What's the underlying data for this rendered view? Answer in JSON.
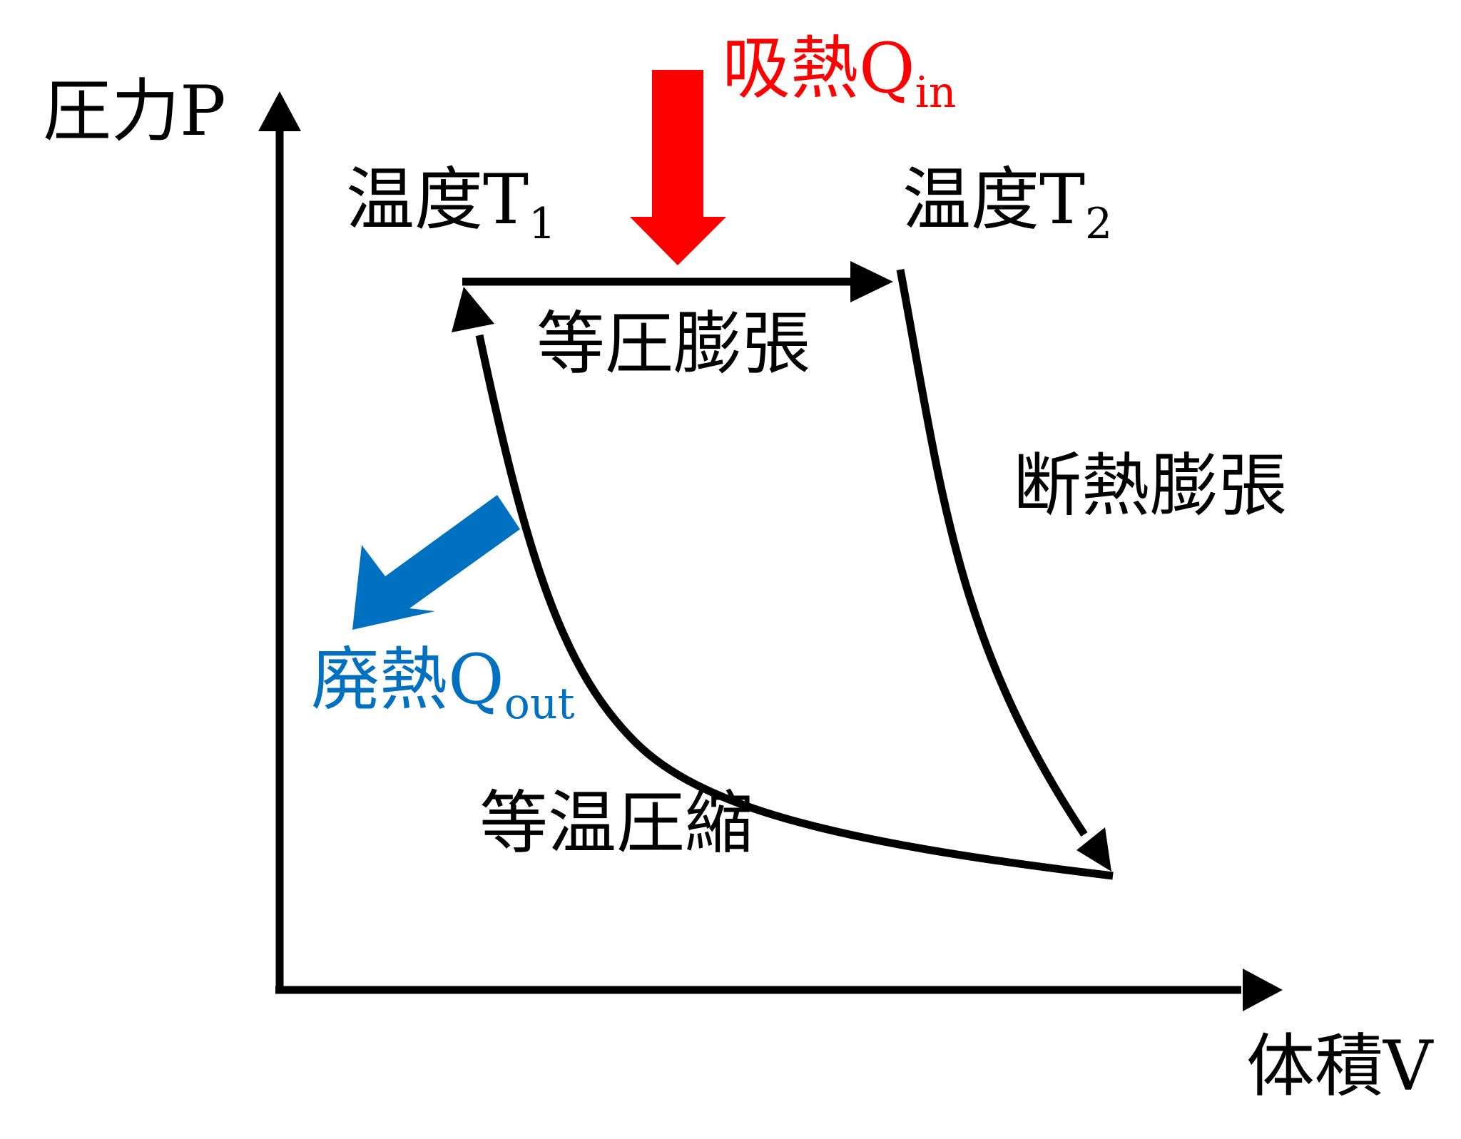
{
  "axes": {
    "y_label": "圧力P",
    "x_label": "体積V"
  },
  "states": {
    "t1": {
      "text": "温度T",
      "sub": "1"
    },
    "t2": {
      "text": "温度T",
      "sub": "2"
    }
  },
  "processes": {
    "isobaric_expansion": "等圧膨張",
    "adiabatic_expansion": "断熱膨張",
    "isothermal_compression": "等温圧縮"
  },
  "heat": {
    "in": {
      "text": "吸熱Q",
      "sub": "in",
      "color": "#ff0000"
    },
    "out": {
      "text": "廃熱Q",
      "sub": "out",
      "color": "#0070c0"
    }
  },
  "colors": {
    "line": "#000000"
  }
}
